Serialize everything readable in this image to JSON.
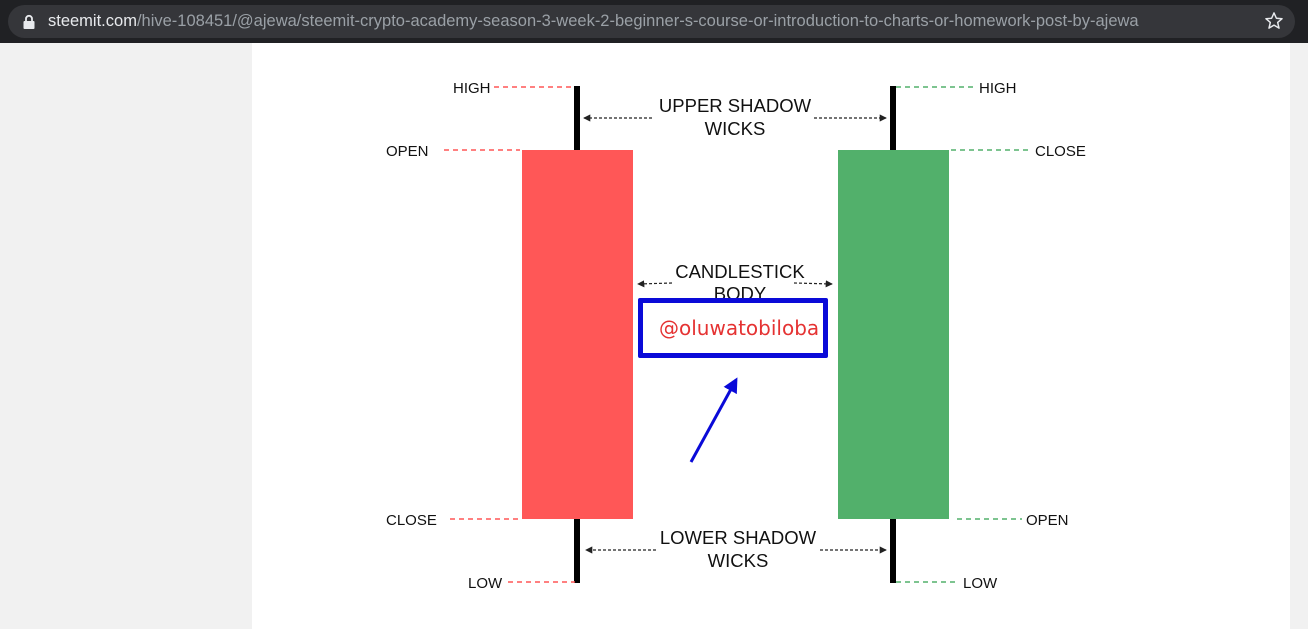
{
  "browser": {
    "url_host": "steemit.com",
    "url_path": "/hive-108451/@ajewa/steemit-crypto-academy-season-3-week-2-beginner-s-course-or-introduction-to-charts-or-homework-post-by-ajewa",
    "icons": {
      "lock": "lock-icon",
      "bookmark": "star-icon"
    }
  },
  "diagram": {
    "bearish": {
      "high_label": "HIGH",
      "open_label": "OPEN",
      "close_label": "CLOSE",
      "low_label": "LOW",
      "color": "#ff5757"
    },
    "bullish": {
      "high_label": "HIGH",
      "close_label": "CLOSE",
      "open_label": "OPEN",
      "low_label": "LOW",
      "color": "#52b06b"
    },
    "upper_shadow": {
      "line1": "UPPER SHADOW",
      "line2": "WICKS"
    },
    "body_label": {
      "line1": "CANDLESTICK",
      "line2": "BODY"
    },
    "lower_shadow": {
      "line1": "LOWER SHADOW",
      "line2": "WICKS"
    },
    "watermark": {
      "text": "@oluwatobiloba",
      "text_color": "#e53232",
      "border_color": "#0a0ad8"
    },
    "arrow_color": "#0a0ad8"
  }
}
